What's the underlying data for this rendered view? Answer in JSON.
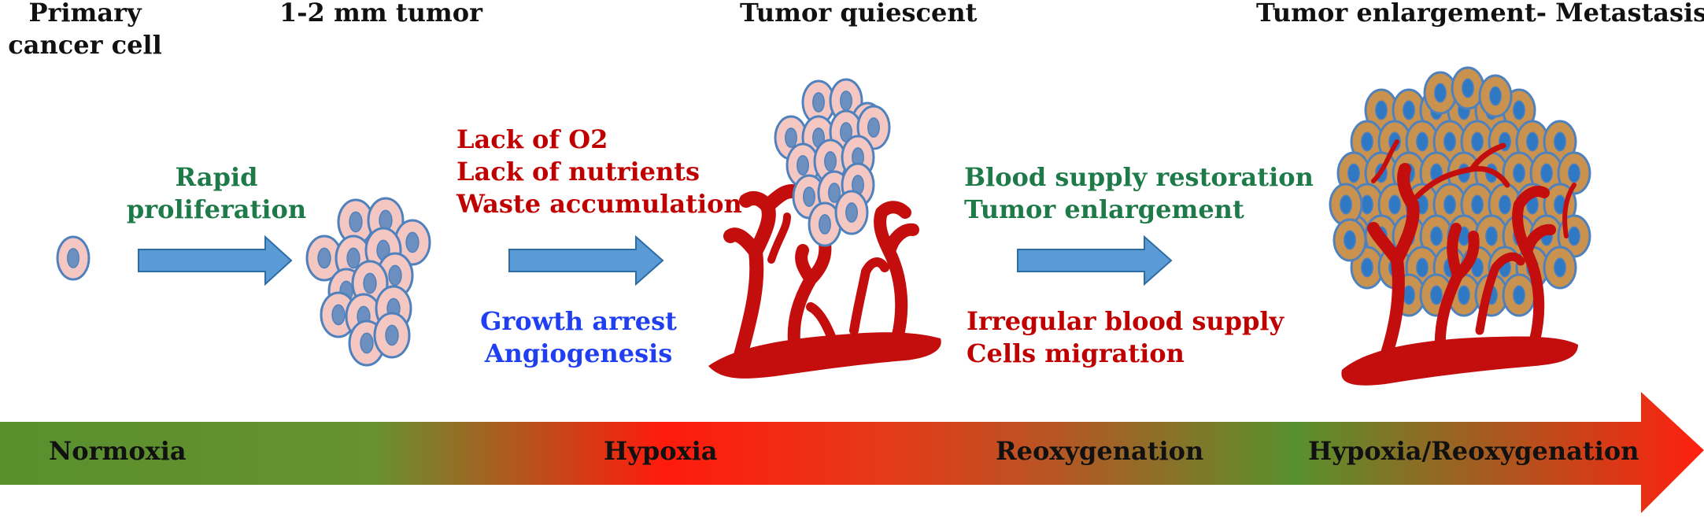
{
  "headers": {
    "primary": [
      "Primary",
      "cancer cell"
    ],
    "mm_tumor": "1-2 mm tumor",
    "quiescent": "Tumor quiescent",
    "enlargement": "Tumor enlargement- Metastasis"
  },
  "steps": {
    "step1": [
      "Rapid",
      "proliferation"
    ],
    "step2_stress": [
      "Lack of O2",
      "Lack of nutrients",
      "Waste accumulation"
    ],
    "step2_response": [
      "Growth arrest",
      "Angiogenesis"
    ],
    "step3_restore": [
      "Blood supply restoration",
      "Tumor enlargement"
    ],
    "step3_effects": [
      "Irregular blood supply",
      "Cells migration"
    ]
  },
  "oxygen_states": [
    "Normoxia",
    "Hypoxia",
    "Reoxygenation",
    "Hypoxia/Reoxygenation"
  ],
  "colors": {
    "green_text": "#1f7a4a",
    "red_text": "#c00000",
    "blue_text": "#1f3ff0",
    "black_text": "#111111",
    "arrow_fill": "#5b9bd5",
    "arrow_stroke": "#2e6da4",
    "cell_fill": "#f4c7c3",
    "cell_stroke": "#4f81bd",
    "nucleus_fill": "#6c8fbf",
    "enlarged_cell_fill": "#c9924f",
    "nucleus_blue": "#2f78c4",
    "vessel_red": "#c40d0d",
    "bar_green": "#58902e",
    "bar_red": "#ff1f0f"
  }
}
